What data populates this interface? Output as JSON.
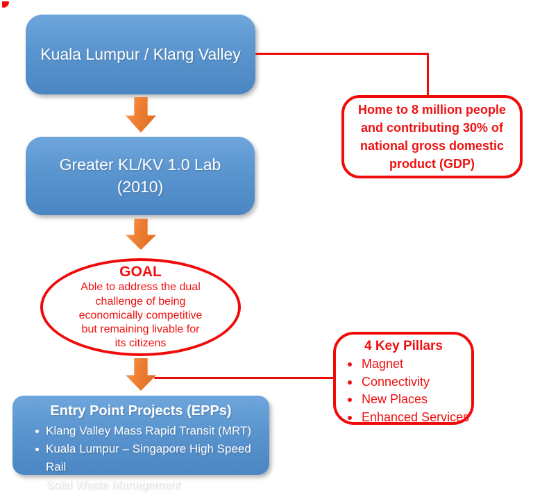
{
  "colors": {
    "node_blue": "#5b95cf",
    "arrow_orange": "#ed7d31",
    "accent_red": "#f00a0a",
    "node_text": "#ffffff"
  },
  "flow": {
    "box1": {
      "label": "Kuala Lumpur / Klang Valley"
    },
    "box2": {
      "label": "Greater KL/KV 1.0 Lab\n(2010)"
    },
    "goal": {
      "title": "GOAL",
      "body": "Able to address the dual\nchallenge of being\neconomically competitive\nbut remaining livable for\nits citizens"
    },
    "epp": {
      "title": "Entry Point Projects (EPPs)",
      "items": [
        "Klang Valley Mass Rapid Transit (MRT)",
        "Kuala Lumpur – Singapore High Speed Rail",
        "Solid Waste Management"
      ]
    }
  },
  "callouts": {
    "population": {
      "text": "Home to 8 million people\nand contributing 30% of\nnational gross domestic\nproduct (GDP)"
    },
    "pillars": {
      "title": "4 Key Pillars",
      "items": [
        "Magnet",
        "Connectivity",
        "New Places",
        "Enhanced Services"
      ]
    }
  }
}
